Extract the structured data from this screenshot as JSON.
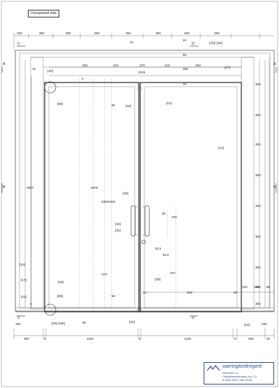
{
  "header": {
    "side_label": "Unexposed side"
  },
  "top_dims": [
    "250",
    "350",
    "350",
    "260",
    "350",
    "350",
    "350",
    "250"
  ],
  "bottom_dims": [
    "350",
    "5",
    "1105",
    "5",
    "1105",
    "5",
    "355",
    "35"
  ],
  "dims": {
    "d10": "10",
    "d66": "66",
    "d2226": "2226",
    "d490a": "490",
    "d215a": "215",
    "d370": "370",
    "d215b": "215",
    "d490b": "490",
    "d0": "0",
    "d255": "255",
    "d70": "70",
    "d80a": "80",
    "d2484": "2484",
    "d2494": "2494",
    "d3000": "3000",
    "d3507": "3507",
    "d50": "50",
    "d30": "30",
    "d200": "200",
    "d32_5": "32,5",
    "d46_5": "46,5",
    "d927": "927",
    "d870": "870",
    "d80b": "80",
    "d945": "945",
    "d80c": "80",
    "d100": "100",
    "d190": "190",
    "d88": "88",
    "d35": "35",
    "d160a": "160",
    "d160b": "160",
    "d4": "4",
    "d10r": "10",
    "d19": "19"
  },
  "right_dims": [
    "350",
    "350",
    "350",
    "350",
    "350",
    "350",
    "350",
    "350",
    "350"
  ],
  "refs": {
    "r15_16": "[15]+[16]",
    "r17a": "[17]",
    "r20": "[20]",
    "r36": "[36]",
    "r32a": "[32]",
    "r14a": "[14]",
    "r14b": "[14]",
    "r33": "[33]",
    "r30": "[30]",
    "r31": "[31]",
    "r19": "[19]",
    "r17b": "[17]",
    "r28a": "[28]",
    "r28b": "[28]",
    "r29": "[29]",
    "r21": "[21]",
    "r34_36": "[34]+[36]",
    "r32b": "[32]",
    "r15": "[15]"
  },
  "sections": {
    "A_left": "A",
    "A_right": "A",
    "B_left": "B",
    "B_right": "B",
    "C_top": "C",
    "C_bottom": "C",
    "D_top": "D",
    "D_bottom": "D"
  },
  "title_block": {
    "brand": "warringtonfiregent",
    "line1": "WFRGENT nv",
    "line2": "Ottergemsesteenweg-Zuid 711",
    "line3": "B-9000 GENT • BELGIUM"
  }
}
